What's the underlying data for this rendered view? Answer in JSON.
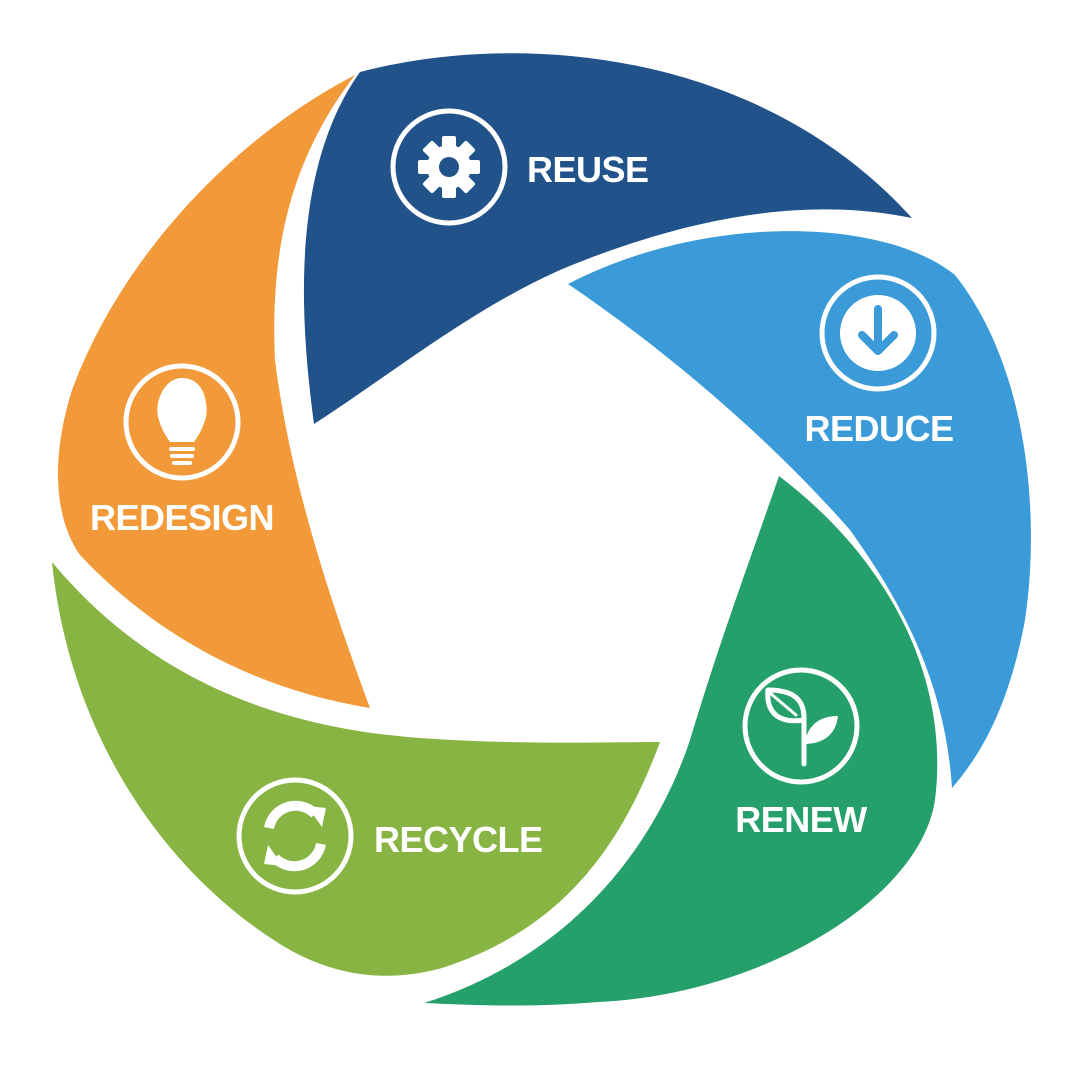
{
  "diagram": {
    "segments": [
      {
        "id": "reuse",
        "label": "REUSE",
        "color": "#22528a",
        "icon": "gear-icon"
      },
      {
        "id": "reduce",
        "label": "REDUCE",
        "color": "#3a9bd8",
        "icon": "arrow-down-circle-icon"
      },
      {
        "id": "renew",
        "label": "RENEW",
        "color": "#26a06b",
        "icon": "sprout-icon"
      },
      {
        "id": "recycle",
        "label": "RECYCLE",
        "color": "#88b443",
        "icon": "recycle-arrows-icon"
      },
      {
        "id": "redesign",
        "label": "REDESIGN",
        "color": "#f29a3a",
        "icon": "lightbulb-icon"
      }
    ]
  }
}
